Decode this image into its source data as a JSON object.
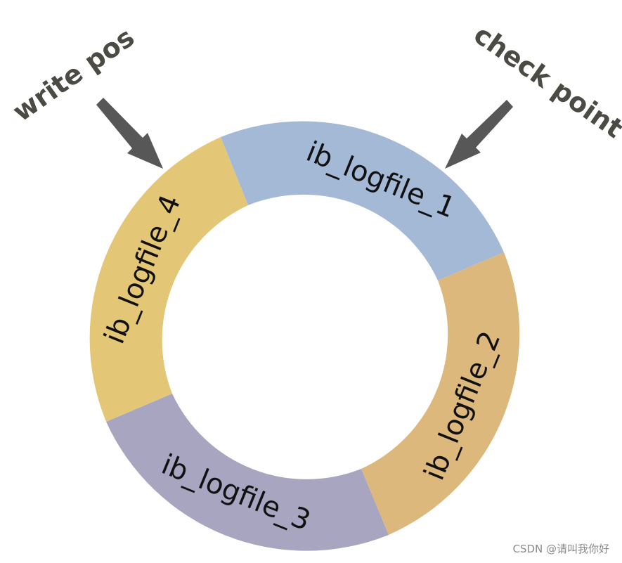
{
  "diagram": {
    "segments": [
      {
        "label": "ib_logfile_1",
        "color": "#a4b9d5"
      },
      {
        "label": "ib_logfile_2",
        "color": "#dcb87c"
      },
      {
        "label": "ib_logfile_3",
        "color": "#a8a5c0"
      },
      {
        "label": "ib_logfile_4",
        "color": "#e3c777"
      }
    ],
    "pointers": {
      "write_pos": "write pos",
      "check_point": "check point"
    },
    "arrow_color": "#575757"
  },
  "watermark": "CSDN @请叫我你好"
}
